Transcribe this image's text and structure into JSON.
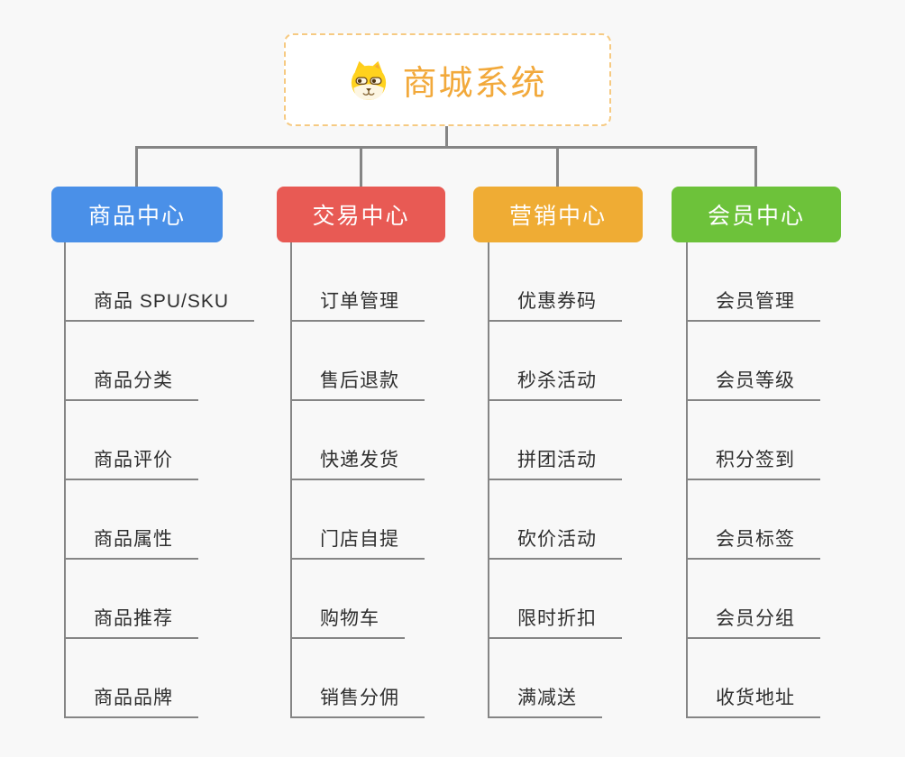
{
  "page": {
    "background_color": "#f8f8f8",
    "connector_color": "#858585",
    "leaf_text_color": "#2f2f2f"
  },
  "root": {
    "title": "商城系统",
    "icon": "dog-face-icon",
    "title_color": "#f2a93b",
    "border_color": "#f6ca82",
    "background_color": "#ffffff"
  },
  "branches": [
    {
      "label": "商品中心",
      "color": "#4a90e8",
      "children": [
        "商品 SPU/SKU",
        "商品分类",
        "商品评价",
        "商品属性",
        "商品推荐",
        "商品品牌"
      ]
    },
    {
      "label": "交易中心",
      "color": "#e85a54",
      "children": [
        "订单管理",
        "售后退款",
        "快递发货",
        "门店自提",
        "购物车",
        "销售分佣"
      ]
    },
    {
      "label": "营销中心",
      "color": "#efac34",
      "children": [
        "优惠券码",
        "秒杀活动",
        "拼团活动",
        "砍价活动",
        "限时折扣",
        "满减送"
      ]
    },
    {
      "label": "会员中心",
      "color": "#6dc23a",
      "children": [
        "会员管理",
        "会员等级",
        "积分签到",
        "会员标签",
        "会员分组",
        "收货地址"
      ]
    }
  ]
}
